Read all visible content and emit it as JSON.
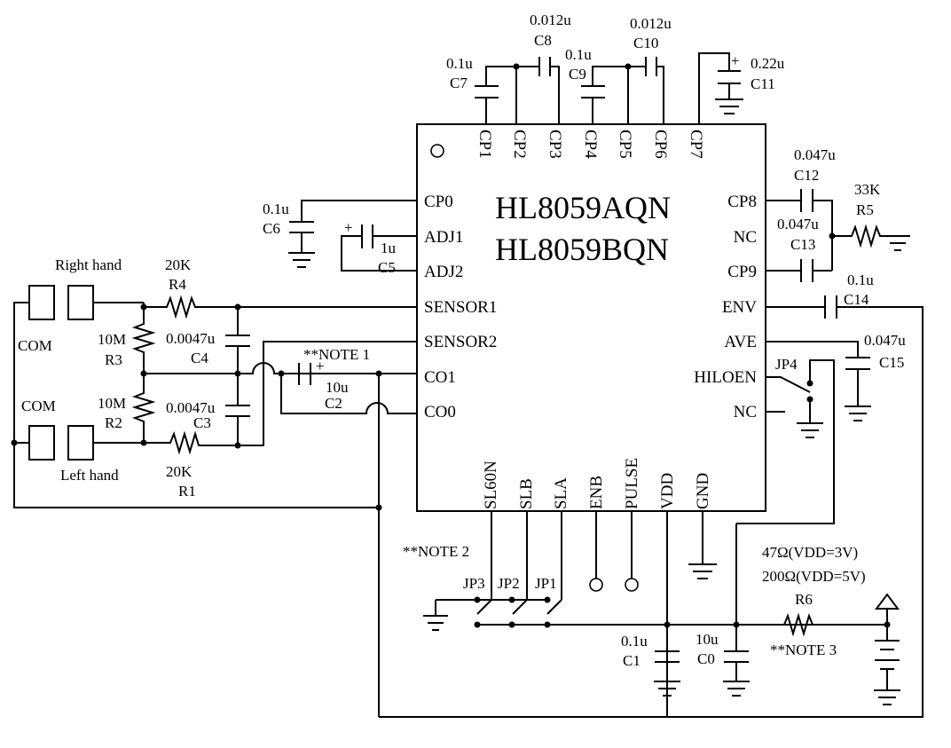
{
  "chip": {
    "part1": "HL8059AQN",
    "part2": "HL8059BQN",
    "pins_top": [
      "CP1",
      "CP2",
      "CP3",
      "CP4",
      "CP5",
      "CP6",
      "CP7"
    ],
    "pins_left": [
      "CP0",
      "ADJ1",
      "ADJ2",
      "SENSOR1",
      "SENSOR2",
      "CO1",
      "CO0"
    ],
    "pins_right": [
      "CP8",
      "NC",
      "CP9",
      "ENV",
      "AVE",
      "HILOEN",
      "NC"
    ],
    "pins_bottom": [
      "SL60N",
      "SLB",
      "SLA",
      "ENB",
      "PULSE",
      "VDD",
      "GND"
    ]
  },
  "components": {
    "c7": {
      "value": "0.1u",
      "ref": "C7"
    },
    "c8": {
      "value": "0.012u",
      "ref": "C8"
    },
    "c9": {
      "value": "0.1u",
      "ref": "C9"
    },
    "c10": {
      "value": "0.012u",
      "ref": "C10"
    },
    "c11": {
      "value": "0.22u",
      "ref": "C11"
    },
    "c6": {
      "value": "0.1u",
      "ref": "C6"
    },
    "c5": {
      "value": "1u",
      "ref": "C5"
    },
    "c12": {
      "value": "0.047u",
      "ref": "C12"
    },
    "c13": {
      "value": "0.047u",
      "ref": "C13"
    },
    "r5": {
      "value": "33K",
      "ref": "R5"
    },
    "c14": {
      "value": "0.1u",
      "ref": "C14"
    },
    "c15": {
      "value": "0.047u",
      "ref": "C15"
    },
    "jp4": {
      "ref": "JP4"
    },
    "r4": {
      "value": "20K",
      "ref": "R4"
    },
    "r3": {
      "value": "10M",
      "ref": "R3"
    },
    "c4": {
      "value": "0.0047u",
      "ref": "C4"
    },
    "r2": {
      "value": "10M",
      "ref": "R2"
    },
    "c3": {
      "value": "0.0047u",
      "ref": "C3"
    },
    "r1": {
      "value": "20K",
      "ref": "R1"
    },
    "c2": {
      "value": "10u",
      "ref": "C2"
    },
    "c1": {
      "value": "0.1u",
      "ref": "C1"
    },
    "c0": {
      "value": "10u",
      "ref": "C0"
    },
    "r6": {
      "ref": "R6"
    },
    "jp3": {
      "ref": "JP3"
    },
    "jp2": {
      "ref": "JP2"
    },
    "jp1": {
      "ref": "JP1"
    }
  },
  "labels": {
    "right_hand": "Right hand",
    "left_hand": "Left hand",
    "com_top": "COM",
    "com_bottom": "COM",
    "note1": "**NOTE 1",
    "note2": "**NOTE 2",
    "note3": "**NOTE 3",
    "r6_opt1": "47Ω(VDD=3V)",
    "r6_opt2": "200Ω(VDD=5V)",
    "plus": "+"
  }
}
